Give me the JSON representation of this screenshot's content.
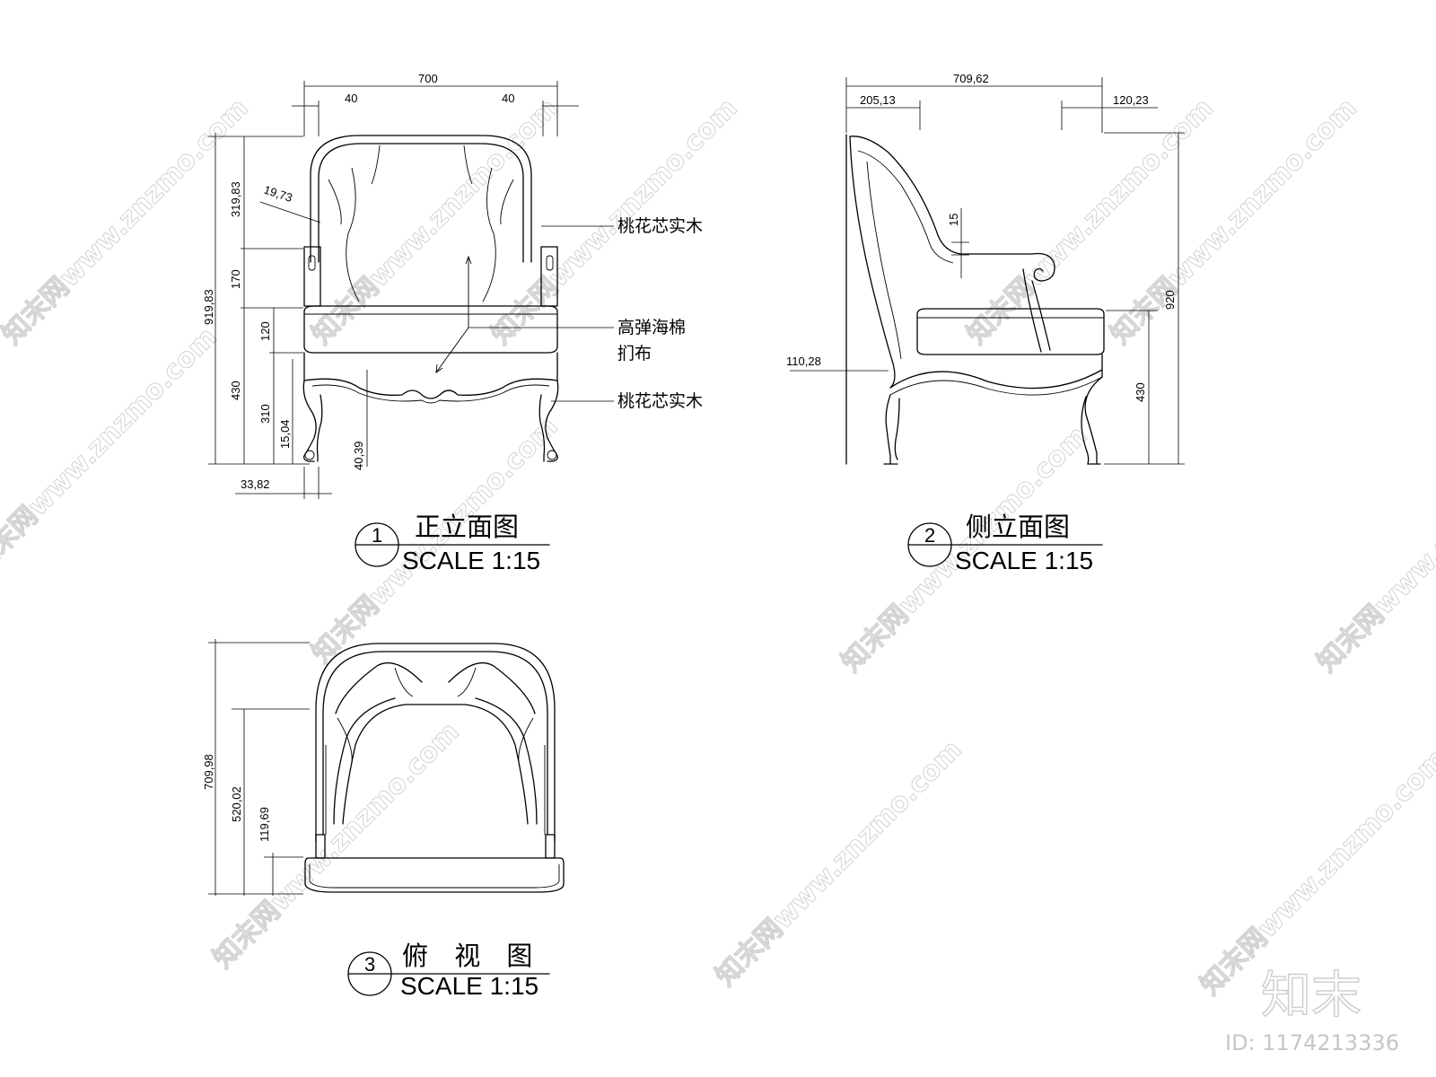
{
  "views": {
    "front": {
      "number": "1",
      "title": "正立面图",
      "scale": "SCALE 1:15",
      "dims": {
        "overall_width": "700",
        "left_frame": "40",
        "right_frame": "40",
        "overall_height": "919,83",
        "back_height": "319,83",
        "back_thickness": "19,73",
        "arm_height": "170",
        "cushion_height": "120",
        "seat_height": "430",
        "leg_height": "310",
        "leg_detail": "15,04",
        "apron_drop": "40,39",
        "foot_width": "33,82"
      },
      "notes": [
        "桃花芯实木",
        "高弹海棉",
        "扪布",
        "桃花芯实木"
      ]
    },
    "side": {
      "number": "2",
      "title": "侧立面图",
      "scale": "SCALE 1:15",
      "dims": {
        "overall_depth": "709,62",
        "back_depth": "205,13",
        "front_overhang": "120,23",
        "arm_scroll": "15",
        "overall_height": "920",
        "seat_height": "430",
        "back_lean": "110,28"
      }
    },
    "top": {
      "number": "3",
      "title": "俯 视 图",
      "scale": "SCALE 1:15",
      "dims": {
        "overall_depth": "709,98",
        "seat_depth": "520,02",
        "front_rail": "119,69"
      }
    }
  },
  "watermark": {
    "text": "知末网www.znzmo.com",
    "logo": "知末",
    "id": "ID: 1174213336"
  }
}
